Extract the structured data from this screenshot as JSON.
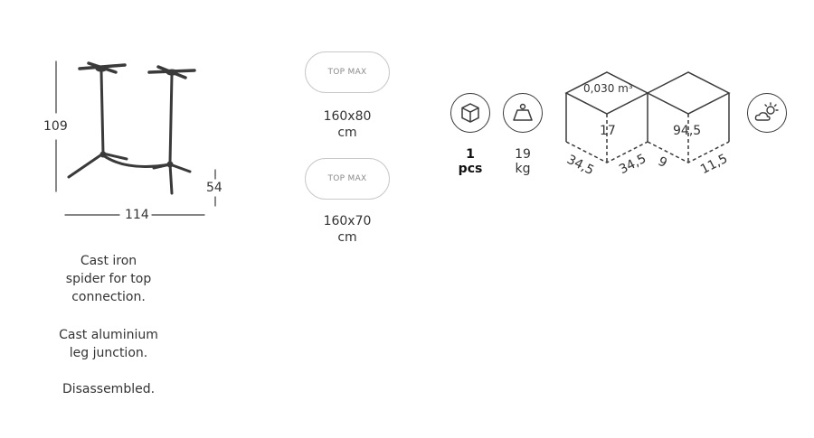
{
  "product": {
    "height": "109",
    "width": "114",
    "depth": "54",
    "description": [
      "Cast iron",
      "spider for top",
      "connection.",
      "",
      "Cast aluminium",
      "leg junction.",
      "",
      "Disassembled."
    ]
  },
  "top_max": {
    "label": "TOP MAX",
    "options": [
      {
        "size": "160x80",
        "unit": "cm"
      },
      {
        "size": "160x70",
        "unit": "cm"
      }
    ]
  },
  "packaging": {
    "pieces_value": "1",
    "pieces_unit": "pcs",
    "weight_value": "19",
    "weight_unit": "kg",
    "volume": "0,030 m³",
    "box1": {
      "height": "17",
      "side_a": "34,5",
      "side_b": "34,5"
    },
    "box2": {
      "height": "94,5",
      "side_a": "9",
      "side_b": "11,5"
    }
  },
  "icons": [
    "box-icon",
    "weight-icon",
    "outdoor-weather-icon"
  ]
}
